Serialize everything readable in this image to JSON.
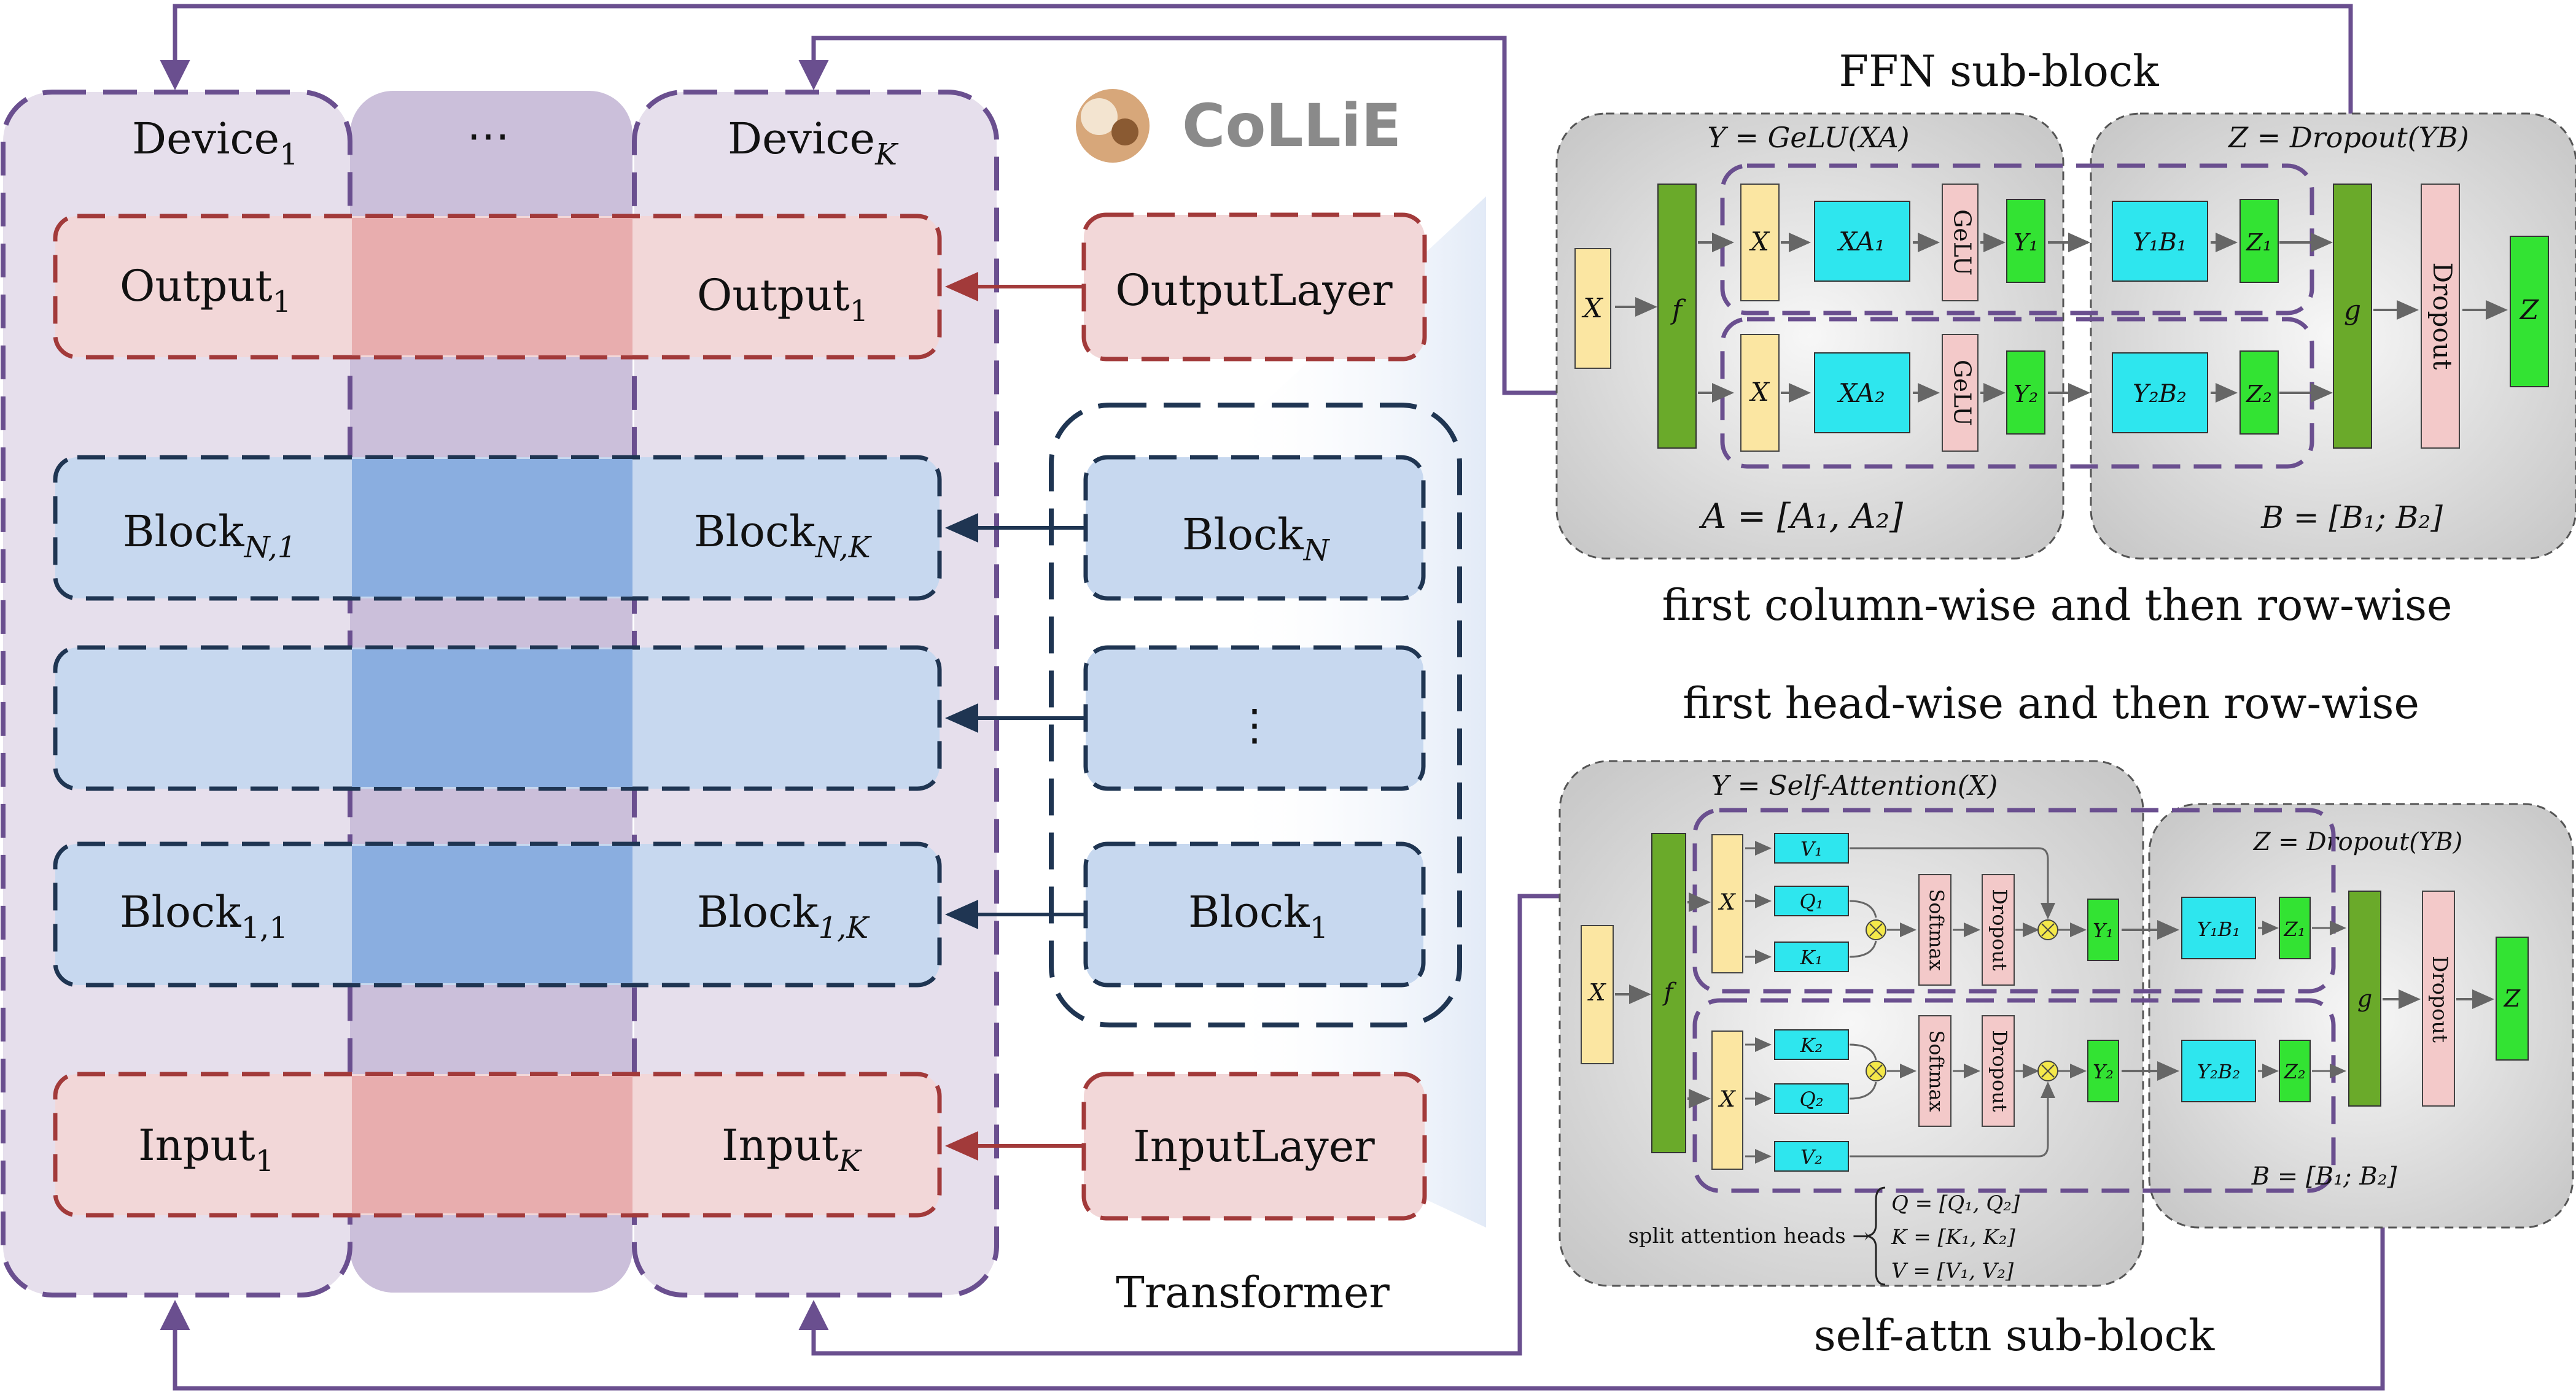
{
  "logo": {
    "text": "CoLLiE"
  },
  "devices": {
    "first": {
      "label": "Device",
      "sub": "1"
    },
    "middle": {
      "label": "⋯"
    },
    "last": {
      "label": "Device",
      "sub": "K"
    }
  },
  "left_rows": {
    "output_1": {
      "label": "Output",
      "sub": "1"
    },
    "output_k": {
      "label": "Output",
      "sub": "1"
    },
    "block_n1": {
      "label": "Block",
      "sub": "N,1"
    },
    "block_nk": {
      "label": "Block",
      "sub": "N,K"
    },
    "block_11": {
      "label": "Block",
      "sub": "1,1"
    },
    "block_1k": {
      "label": "Block",
      "sub": "1,K"
    },
    "input_1": {
      "label": "Input",
      "sub": "1"
    },
    "input_k": {
      "label": "Input",
      "sub": "K"
    }
  },
  "transformer": {
    "output_layer": "OutputLayer",
    "block_n": {
      "label": "Block",
      "sub": "N"
    },
    "block_mid": "⋮",
    "block_1": {
      "label": "Block",
      "sub": "1"
    },
    "input_layer": "InputLayer",
    "caption": "Transformer"
  },
  "ffn": {
    "title": "FFN sub-block",
    "left_formula": "Y = GeLU(XA)",
    "right_formula": "Z = Dropout(YB)",
    "a_def": "A = [A₁, A₂]",
    "b_def": "B = [B₁; B₂]",
    "caption": "first column-wise and then row-wise",
    "x": "X",
    "f": "f",
    "g": "g",
    "xa1": "XA₁",
    "xa2": "XA₂",
    "gelu": "GeLU",
    "y1": "Y₁",
    "y2": "Y₂",
    "y1b1": "Y₁B₁",
    "y2b2": "Y₂B₂",
    "z1": "Z₁",
    "z2": "Z₂",
    "dropout": "Dropout",
    "z": "Z"
  },
  "attn": {
    "caption_top": "first head-wise and then row-wise",
    "left_formula": "Y = Self-Attention(X)",
    "right_formula": "Z = Dropout(YB)",
    "caption": "self-attn sub-block",
    "x": "X",
    "f": "f",
    "g": "g",
    "v1": "V₁",
    "q1": "Q₁",
    "k1": "K₁",
    "k2": "K₂",
    "q2": "Q₂",
    "v2": "V₂",
    "softmax": "Softmax",
    "dropout": "Dropout",
    "y1": "Y₁",
    "y2": "Y₂",
    "y1b1": "Y₁B₁",
    "y2b2": "Y₂B₂",
    "z1": "Z₁",
    "z2": "Z₂",
    "z": "Z",
    "split_label": "split attention heads →",
    "q_def": "Q = [Q₁, Q₂]",
    "k_def": "K = [K₁, K₂]",
    "v_def": "V = [V₁, V₂]",
    "b_def": "B = [B₁; B₂]"
  },
  "colors": {
    "device_fill": "#e6dfec",
    "device_middle_fill": "#cbbfda",
    "device_border": "#6a4f8f",
    "io_fill": "#f2d7d8",
    "io_border": "#a23a3a",
    "block_fill": "#c7d8ef",
    "block_border": "#1f3552",
    "overlap_red": "#e8adae",
    "overlap_blue": "#8aaee0",
    "cyan": "#2ee6ee",
    "green": "#33e333",
    "olive": "#6aaa2a",
    "yellow": "#fbe6a2",
    "pink": "#f3c9c9"
  }
}
